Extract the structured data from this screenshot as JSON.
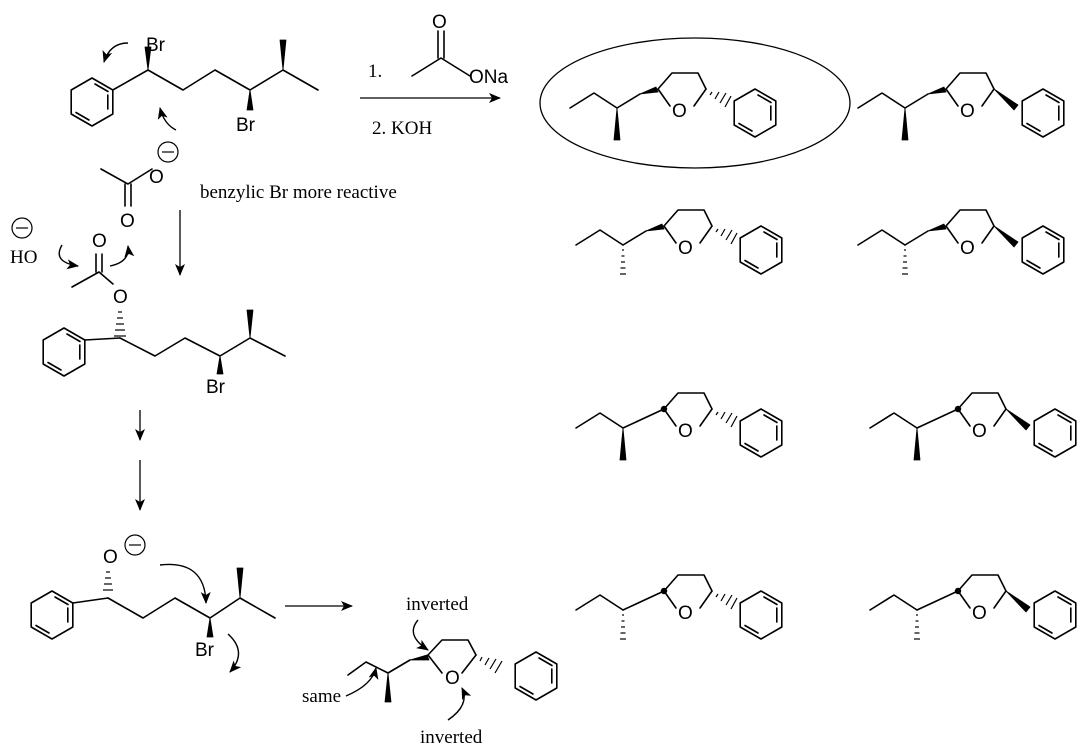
{
  "reagents": {
    "step1": "1.",
    "step2": "2. KOH",
    "acetate_O": "O",
    "acetate_ONa": "ONa"
  },
  "annotations": {
    "benzylic": "benzylic Br more reactive",
    "inverted_top": "inverted",
    "inverted_bottom": "inverted",
    "same": "same"
  },
  "atoms": {
    "br": "Br",
    "o": "O",
    "ho": "HO"
  }
}
